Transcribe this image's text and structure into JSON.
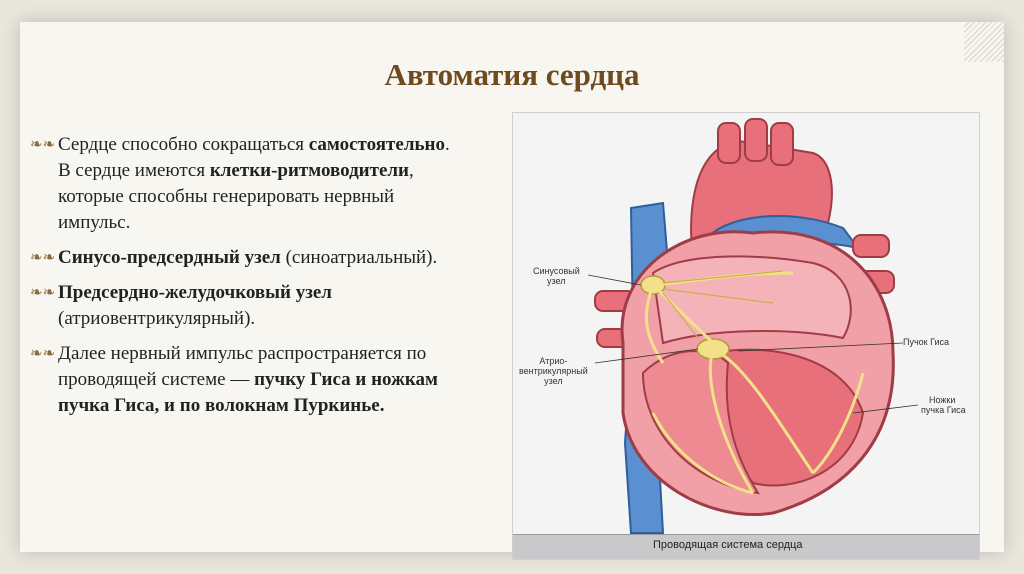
{
  "slide": {
    "title": "Автоматия сердца",
    "bullets": [
      {
        "parts": [
          {
            "t": "Сердце способно сокращаться ",
            "b": false
          },
          {
            "t": "самостоятельно",
            "b": true
          },
          {
            "t": ". В сердце имеются ",
            "b": false
          },
          {
            "t": "клетки-ритмоводители",
            "b": true
          },
          {
            "t": ", которые способны генерировать нервный импульс.",
            "b": false
          }
        ]
      },
      {
        "parts": [
          {
            "t": "Синусо-предсердный узел",
            "b": true
          },
          {
            "t": " (синоатриальный).",
            "b": false
          }
        ]
      },
      {
        "parts": [
          {
            "t": "Предсердно-желудочковый узел",
            "b": true
          },
          {
            "t": " (атриовентрикулярный).",
            "b": false
          }
        ]
      },
      {
        "parts": [
          {
            "t": "Далее нервный импульс распространяется по проводящей системе — ",
            "b": false
          },
          {
            "t": "пучку Гиса и ножкам пучка Гиса, и по волокнам Пуркинье.",
            "b": true
          }
        ]
      }
    ]
  },
  "diagram": {
    "caption": "Проводящая система сердца",
    "labels": {
      "sa_node_1": "Синусовый",
      "sa_node_2": "узел",
      "av_node_1": "Атрио-",
      "av_node_2": "вентрикулярный",
      "av_node_3": "узел",
      "his_bundle": "Пучок Гиса",
      "branches_1": "Ножки",
      "branches_2": "пучка Гиса"
    }
  },
  "colors": {
    "title": "#6f4a1f",
    "bullet_mark": "#8a6a3a",
    "heart_red": "#e8707a",
    "heart_pink": "#f0a0a6",
    "vessel_blue": "#5a8fd0",
    "node_yellow": "#f3e08a"
  },
  "icons": {
    "bullet": "double-curl-bullet-icon"
  }
}
